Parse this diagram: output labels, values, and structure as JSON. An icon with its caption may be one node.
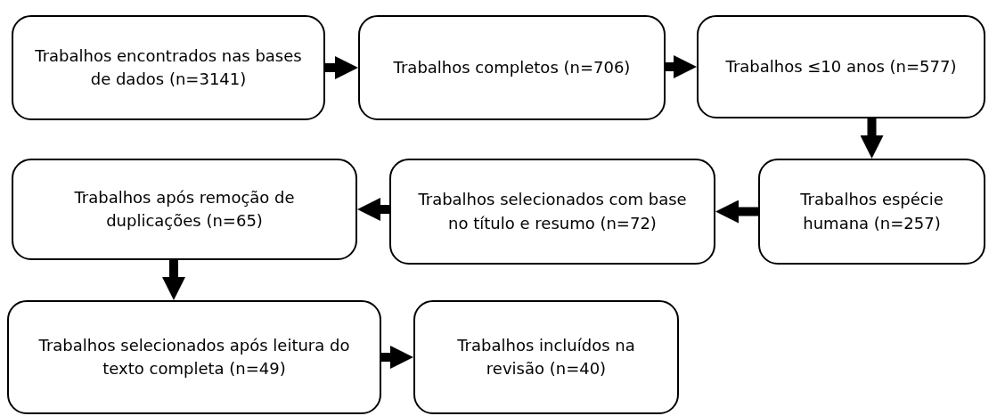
{
  "diagram": {
    "nodes": [
      {
        "text": [
          "Trabalhos encontrados nas bases de dados (n=3141)"
        ]
      },
      {
        "text": [
          "Trabalhos completos (n=706)"
        ]
      },
      {
        "text": [
          "Trabalhos ≤10 anos (n=577)"
        ]
      },
      {
        "text": [
          "Trabalhos espécie humana (n=257)"
        ]
      },
      {
        "text": [
          "Trabalhos selecionados com base no título e resumo (n=72)"
        ]
      },
      {
        "text": [
          "Trabalhos após remoção de duplicações (n=65)"
        ]
      },
      {
        "text": [
          "Trabalhos selecionados após leitura do texto completa (n=49)"
        ]
      },
      {
        "text": [
          "Trabalhos incluídos na revisão (n=40)"
        ]
      }
    ],
    "edges": [
      {
        "from": 0,
        "to": 1,
        "arrow": "to"
      },
      {
        "from": 1,
        "to": 2,
        "arrow": "to"
      },
      {
        "from": 2,
        "to": 3,
        "arrow": "to"
      },
      {
        "from": 3,
        "to": 4,
        "arrow": "to"
      },
      {
        "from": 4,
        "to": 5,
        "arrow": "to"
      },
      {
        "from": 5,
        "to": 6,
        "arrow": "to"
      },
      {
        "from": 6,
        "to": 7,
        "arrow": "to"
      }
    ]
  }
}
